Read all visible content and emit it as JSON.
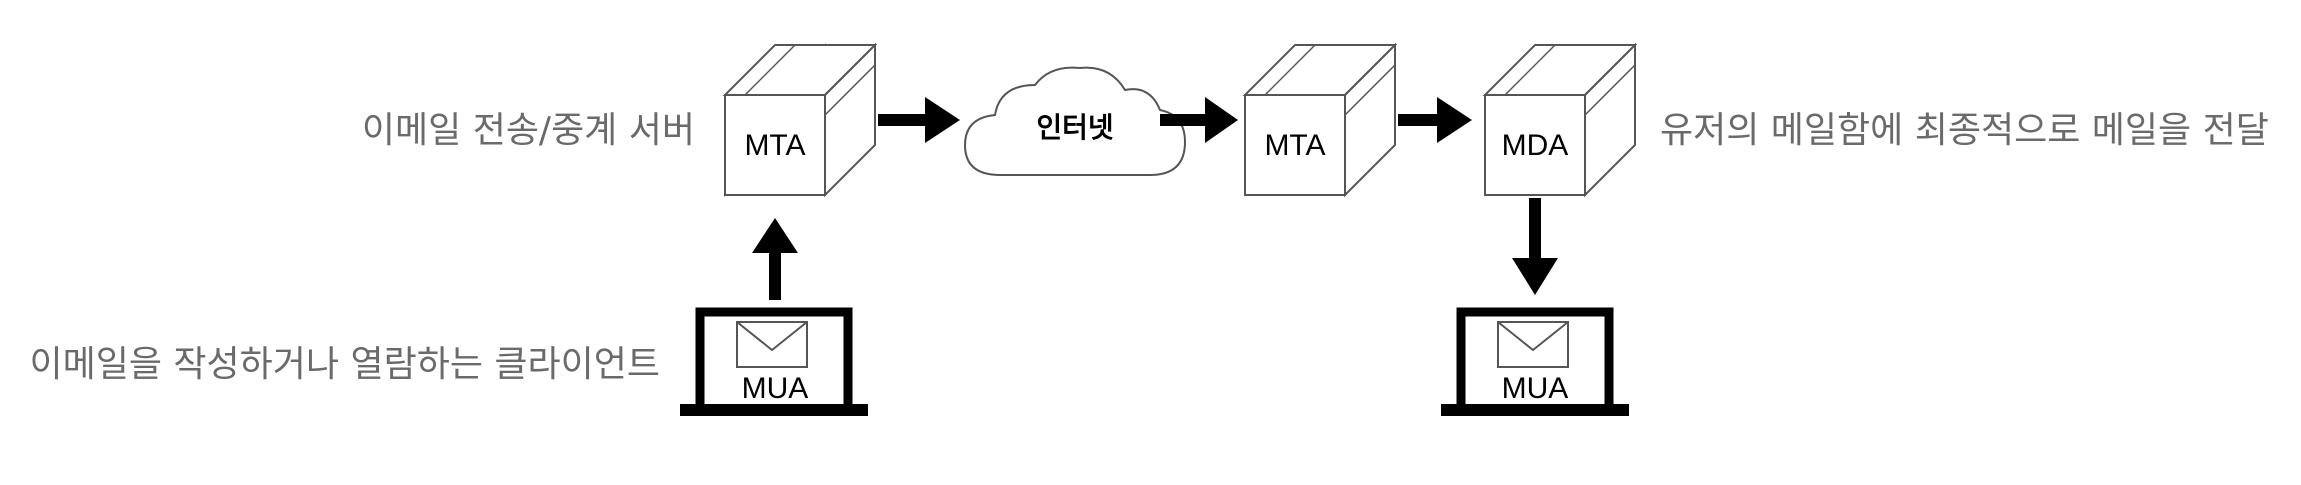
{
  "captions": {
    "mta_description": "이메일 전송/중계 서버",
    "mua_description": "이메일을 작성하거나 열람하는 클라이언트",
    "mda_description": "유저의 메일함에 최종적으로 메일을 전달"
  },
  "nodes": {
    "sender_mta": "MTA",
    "internet": "인터넷",
    "receiver_mta": "MTA",
    "mda": "MDA",
    "sender_mua": "MUA",
    "receiver_mua": "MUA"
  },
  "icons": {
    "server_box": "cube-server-icon",
    "cloud": "cloud-icon",
    "laptop": "laptop-icon",
    "envelope": "envelope-icon",
    "arrow": "arrow-icon"
  },
  "colors": {
    "caption_text": "#6a6a6a",
    "box_stroke": "#555555",
    "arrow": "#000000",
    "laptop": "#000000"
  }
}
